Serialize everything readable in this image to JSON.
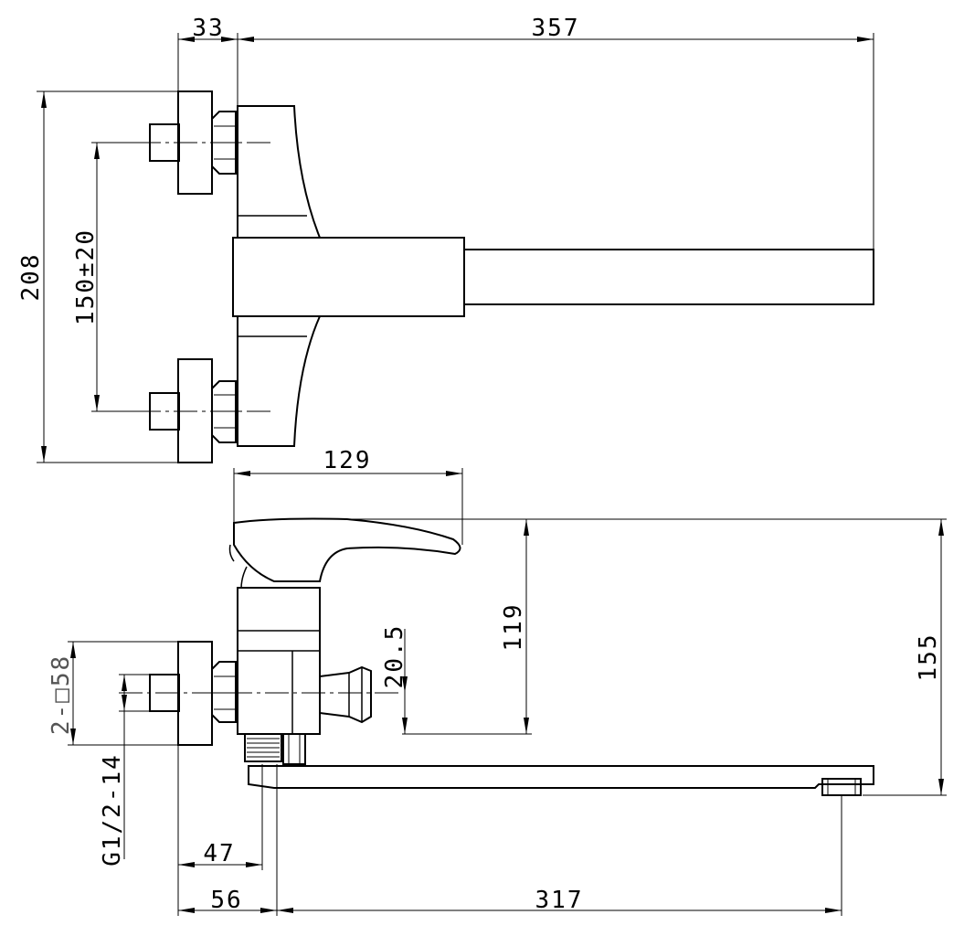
{
  "drawing": {
    "background": "#ffffff",
    "line_color": "#000000",
    "dimensions": {
      "d33": "33",
      "d357": "357",
      "d208": "208",
      "d150": "150±20",
      "d129": "129",
      "d119": "119",
      "d155": "155",
      "d20_5": "20.5",
      "d2x58": "2-□58",
      "thread": "G1/2-14",
      "d47": "47",
      "d56": "56",
      "d317": "317"
    }
  }
}
